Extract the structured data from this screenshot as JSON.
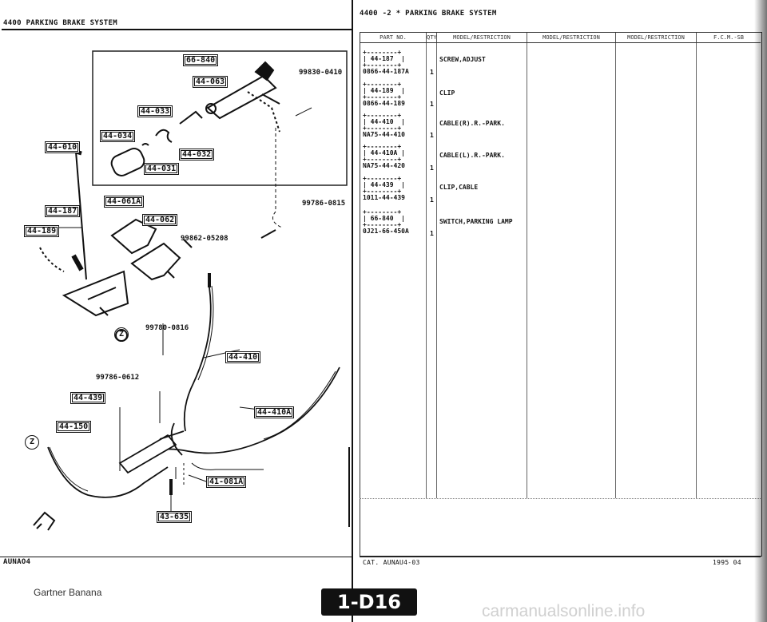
{
  "left_page": {
    "header": "4400    PARKING BRAKE SYSTEM",
    "footer_code": "AUNAO4",
    "callouts": [
      "66-840",
      "44-063",
      "44-033",
      "44-034",
      "44-010",
      "44-032",
      "44-031",
      "44-061A",
      "44-062",
      "44-187",
      "44-189",
      "44-410",
      "44-439",
      "44-150",
      "44-410A",
      "41-081A",
      "43-635"
    ],
    "part_numbers": [
      "99830-0410",
      "99786-0815",
      "99862-05208",
      "99780-0816",
      "99786-0612"
    ],
    "ref_marks": [
      "Z",
      "Z"
    ]
  },
  "right_page": {
    "header": "4400  -2 *  PARKING BRAKE SYSTEM",
    "columns": [
      "PART NO.",
      "QTY",
      "MODEL/RESTRICTION",
      "MODEL/RESTRICTION",
      "MODEL/RESTRICTION",
      "F.C.M.-SB"
    ],
    "entries": [
      {
        "ref": "44-187",
        "part_no": "0866-44-187A",
        "qty": "1",
        "desc": "SCREW,ADJUST"
      },
      {
        "ref": "44-189",
        "part_no": "0866-44-189",
        "qty": "1",
        "desc": "CLIP"
      },
      {
        "ref": "44-410",
        "part_no": "NA75-44-410",
        "qty": "1",
        "desc": "CABLE(R).R.-PARK."
      },
      {
        "ref": "44-410A",
        "part_no": "NA75-44-420",
        "qty": "1",
        "desc": "CABLE(L).R.-PARK."
      },
      {
        "ref": "44-439",
        "part_no": "1011-44-439",
        "qty": "1",
        "desc": "CLIP,CABLE"
      },
      {
        "ref": "66-840",
        "part_no": "0J21-66-450A",
        "qty": "1",
        "desc": "SWITCH,PARKING LAMP"
      }
    ],
    "footer_catalog": "CAT. AUNAU4-03",
    "footer_date": "1995 04"
  },
  "bottom": {
    "brand": "Gartner Banana",
    "page_label": "1-D16",
    "watermark": "carmanualsonline.info"
  }
}
